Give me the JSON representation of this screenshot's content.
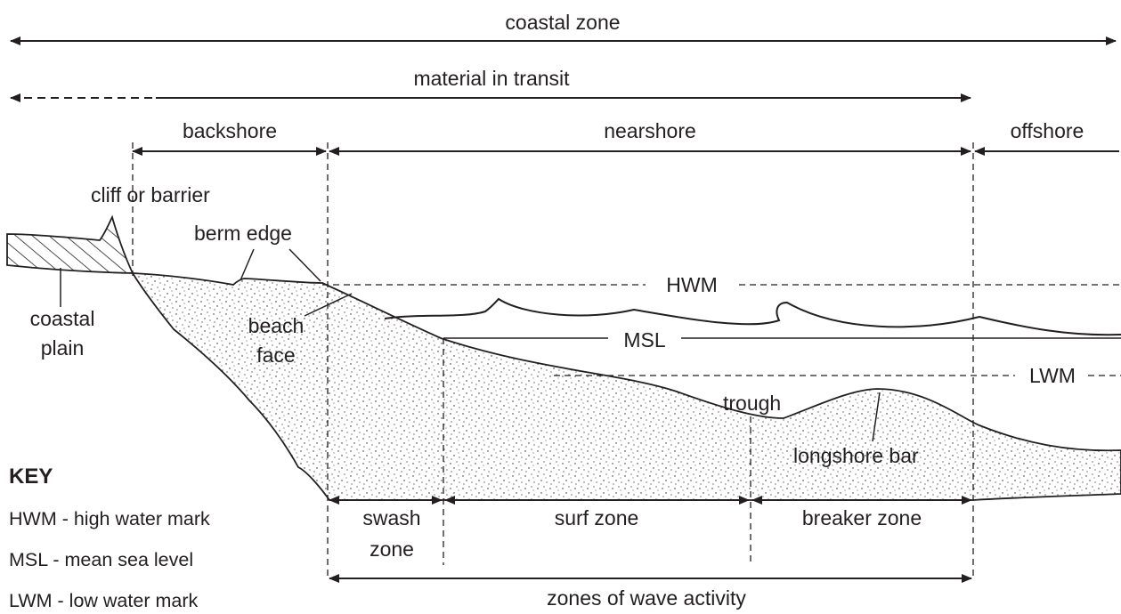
{
  "top_spans": {
    "coastal_zone": "coastal zone",
    "material_in_transit": "material in transit",
    "backshore": "backshore",
    "nearshore": "nearshore",
    "offshore": "offshore"
  },
  "features": {
    "cliff_or_barrier": "cliff or barrier",
    "berm_edge": "berm edge",
    "coastal_plain_line1": "coastal",
    "coastal_plain_line2": "plain",
    "beach_face_line1": "beach",
    "beach_face_line2": "face",
    "trough": "trough",
    "longshore_bar": "longshore bar"
  },
  "levels": {
    "hwm": "HWM",
    "msl": "MSL",
    "lwm": "LWM"
  },
  "bottom_spans": {
    "swash_zone_line1": "swash",
    "swash_zone_line2": "zone",
    "surf_zone": "surf zone",
    "breaker_zone": "breaker zone",
    "zones_of_wave_activity": "zones of wave activity"
  },
  "key": {
    "title": "KEY",
    "items": [
      "HWM - high water mark",
      "MSL - mean sea level",
      "LWM - low water mark"
    ]
  }
}
